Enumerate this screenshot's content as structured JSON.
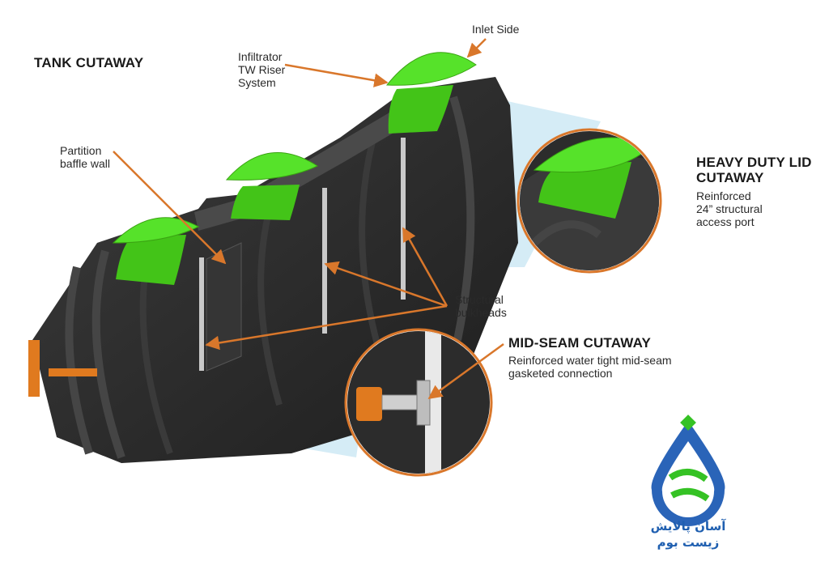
{
  "title": "TANK CUTAWAY",
  "labels": {
    "inlet_side": "Inlet Side",
    "riser": [
      "Infiltrator",
      "TW Riser",
      "System"
    ],
    "baffle": [
      "Partition",
      "baffle wall"
    ],
    "bulkheads": [
      "Structural",
      "bulkheads"
    ]
  },
  "callouts": {
    "lid": {
      "heading": [
        "HEAVY DUTY LID",
        "CUTAWAY"
      ],
      "text": [
        "Reinforced",
        "24” structural",
        "access port"
      ]
    },
    "seam": {
      "heading": "MID-SEAM CUTAWAY",
      "text": [
        "Reinforced water tight mid-seam",
        "gasketed connection"
      ]
    }
  },
  "logo": {
    "text": [
      "آسان پالایش",
      "زیست بوم"
    ]
  },
  "colors": {
    "arrow": "#d9772b",
    "lid": "#4fe021",
    "tank": "#2b2b2b",
    "beam": "#d5ecf6",
    "logo_blue": "#2a64b8",
    "logo_green": "#35c224"
  }
}
